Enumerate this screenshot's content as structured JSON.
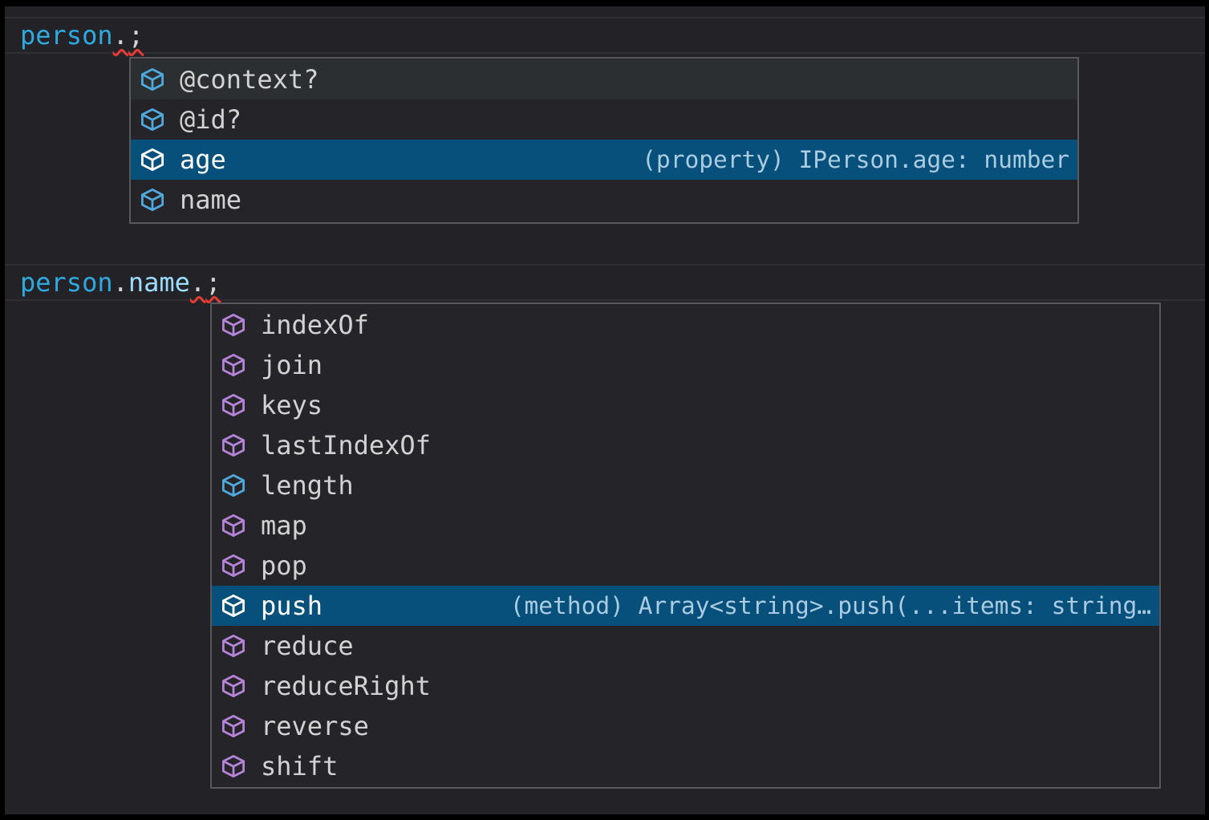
{
  "colors": {
    "editor_background": "#232327",
    "widget_background": "#252529",
    "widget_border": "#57575c",
    "selection_background": "#07507c",
    "hover_background": "#2c2f31",
    "variable_blue": "#2faae1",
    "property_light_blue": "#9cdcfe",
    "field_icon_blue": "#4fa9dd",
    "method_icon_purple": "#b584d9",
    "error_squiggle_red": "#e73c33",
    "label_gray": "#d2d2d2",
    "detail_text": "#aacbe0"
  },
  "code": {
    "line1": {
      "tokens": [
        {
          "text": "person",
          "type": "variable"
        },
        {
          "text": ".",
          "type": "punct-error"
        },
        {
          "text": ";",
          "type": "punct-error"
        }
      ]
    },
    "line2": {
      "tokens": [
        {
          "text": "person",
          "type": "variable"
        },
        {
          "text": ".",
          "type": "punct"
        },
        {
          "text": "name",
          "type": "property"
        },
        {
          "text": ".",
          "type": "punct-error"
        },
        {
          "text": ";",
          "type": "punct-error"
        }
      ]
    }
  },
  "suggest_person": {
    "items": [
      {
        "label": "@context?",
        "kind": "field",
        "hovered": true
      },
      {
        "label": "@id?",
        "kind": "field"
      },
      {
        "label": "age",
        "kind": "field",
        "selected": true,
        "detail": "(property) IPerson.age: number"
      },
      {
        "label": "name",
        "kind": "field"
      }
    ]
  },
  "suggest_person_name": {
    "items": [
      {
        "label": "indexOf",
        "kind": "method"
      },
      {
        "label": "join",
        "kind": "method"
      },
      {
        "label": "keys",
        "kind": "method"
      },
      {
        "label": "lastIndexOf",
        "kind": "method"
      },
      {
        "label": "length",
        "kind": "field"
      },
      {
        "label": "map",
        "kind": "method"
      },
      {
        "label": "pop",
        "kind": "method"
      },
      {
        "label": "push",
        "kind": "method",
        "selected": true,
        "detail": "(method) Array<string>.push(...items: string…"
      },
      {
        "label": "reduce",
        "kind": "method"
      },
      {
        "label": "reduceRight",
        "kind": "method"
      },
      {
        "label": "reverse",
        "kind": "method"
      },
      {
        "label": "shift",
        "kind": "method"
      }
    ]
  }
}
